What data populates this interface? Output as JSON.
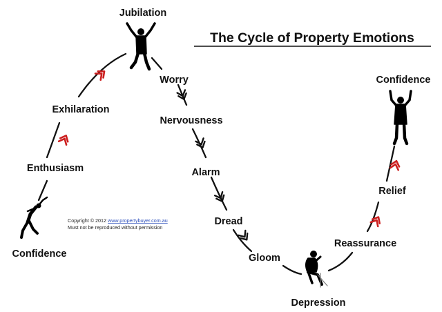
{
  "title": "The Cycle of Property Emotions",
  "stages": [
    {
      "id": "confidence-start",
      "label": "Confidence"
    },
    {
      "id": "enthusiasm",
      "label": "Enthusiasm"
    },
    {
      "id": "exhilaration",
      "label": "Exhilaration"
    },
    {
      "id": "jubilation",
      "label": "Jubilation"
    },
    {
      "id": "worry",
      "label": "Worry"
    },
    {
      "id": "nervousness",
      "label": "Nervousness"
    },
    {
      "id": "alarm",
      "label": "Alarm"
    },
    {
      "id": "dread",
      "label": "Dread"
    },
    {
      "id": "gloom",
      "label": "Gloom"
    },
    {
      "id": "depression",
      "label": "Depression"
    },
    {
      "id": "reassurance",
      "label": "Reassurance"
    },
    {
      "id": "relief",
      "label": "Relief"
    },
    {
      "id": "confidence-end",
      "label": "Confidence"
    }
  ],
  "copyright": {
    "prefix": "Copyright © 2012",
    "link": "www.propertybuyer.com.au",
    "notice": "Must not be reproduced without permission"
  },
  "colors": {
    "text": "#111111",
    "up_arrow": "#cc1f1f",
    "down_arrow": "#111111",
    "link": "#2a4dbb"
  }
}
